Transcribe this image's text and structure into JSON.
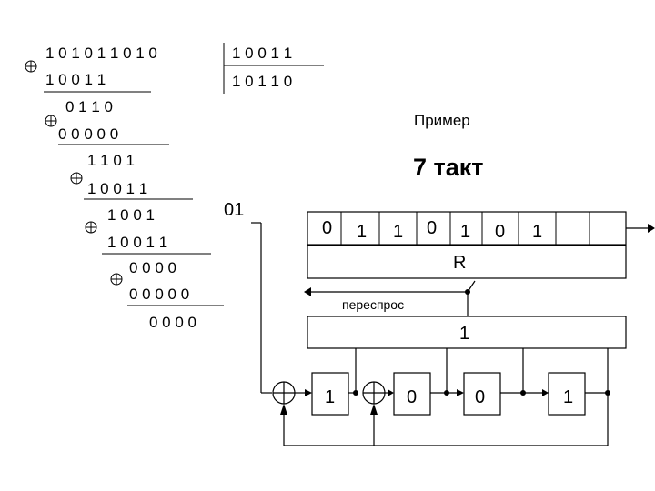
{
  "division": {
    "dividend": "1 0 1 0 1 1 0 1 0",
    "dividend_tail": "1 0 0 1 1",
    "divisor": "1 0 0 1 1",
    "quotient": "1 0 1 1 0",
    "steps": [
      "0 1 1 0",
      "0 0 0 0 0",
      "1 1 0 1",
      "1 0 0 1 1",
      "1 0 0 1",
      "1 0 0 1 1",
      "0 0 0 0",
      "0 0 0 0 0"
    ],
    "remainder": "0 0 0 0",
    "xor_symbol": "⊕"
  },
  "labels": {
    "example": "Пример",
    "step": "7 такт",
    "input_code": "01",
    "r_label": "R",
    "resend": "переспрос",
    "buffer_value": "1"
  },
  "shift_register_bits": [
    "0",
    "1",
    "1",
    "0",
    "1",
    "0",
    "1",
    ""
  ],
  "lfsr_cells": [
    "1",
    "0",
    "0",
    "1"
  ]
}
